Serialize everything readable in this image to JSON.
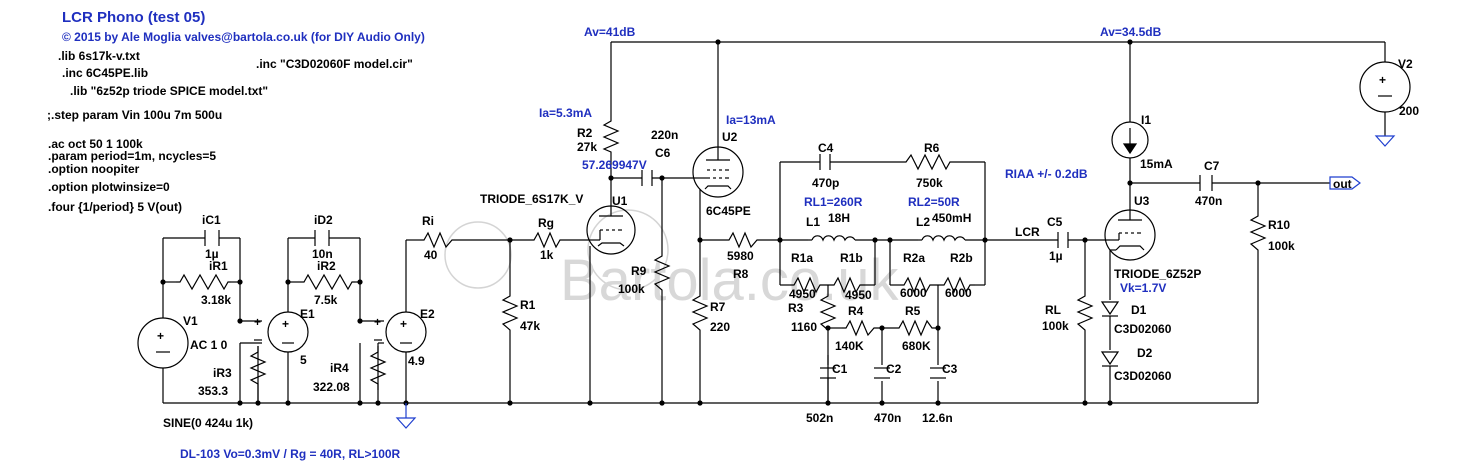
{
  "title": "LCR Phono (test 05)",
  "copyright": "© 2015 by Ale Moglia valves@bartola.co.uk (for DIY Audio Only)",
  "directives": {
    "lib1": ".lib 6s17k-v.txt",
    "inc1": ".inc 6C45PE.lib",
    "lib2": ".lib \"6z52p triode SPICE model.txt\"",
    "inc2": ".inc \"C3D02060F model.cir\"",
    "step": ";.step param Vin 100u 7m 500u",
    "ac": ".ac oct 50 1 100k",
    "param": ".param period=1m, ncycles=5",
    "opt1": ".option noopiter",
    "opt2": ".option plotwinsize=0",
    "four": ".four {1/period} 5 V(out)"
  },
  "annotations": {
    "av1": "Av=41dB",
    "av2": "Av=34.5dB",
    "ia1": "Ia=5.3mA",
    "ia2": "Ia=13mA",
    "node_v": "57.269947V",
    "rl1": "RL1=260R",
    "rl2": "RL2=50R",
    "riaa": "RIAA +/- 0.2dB",
    "vk": "Vk=1.7V",
    "bottom_note": "DL-103 Vo=0.3mV / Rg = 40R, RL>100R"
  },
  "components": {
    "iC1": "iC1",
    "iC1_val": "1µ",
    "iR1": "iR1",
    "iR1_val": "3.18k",
    "iD2": "iD2",
    "iD2_val": "10n",
    "iR2": "iR2",
    "iR2_val": "7.5k",
    "V1": "V1",
    "V1_val": "AC 1 0",
    "V1_sine": "SINE(0 424u 1k)",
    "E1": "E1",
    "E1_val": "5",
    "E2": "E2",
    "E2_val": "4.9",
    "iR3": "iR3",
    "iR3_val": "353.3",
    "iR4": "iR4",
    "iR4_val": "322.08",
    "Ri": "Ri",
    "Ri_val": "40",
    "Rg": "Rg",
    "Rg_val": "1k",
    "R1": "R1",
    "R1_val": "47k",
    "U1": "U1",
    "U1_model": "TRIODE_6S17K_V",
    "R2": "R2",
    "R2_val": "27k",
    "C6": "C6",
    "C6_val": "220n",
    "R9": "R9",
    "R9_val": "100k",
    "U2": "U2",
    "U2_model": "6C45PE",
    "R7": "R7",
    "R7_val": "220",
    "R8": "R8",
    "R8_val": "5980",
    "C4": "C4",
    "C4_val": "470p",
    "R6": "R6",
    "R6_val": "750k",
    "L1": "L1",
    "L1_val": "18H",
    "L2": "L2",
    "L2_val": "450mH",
    "R1a": "R1a",
    "R1a_val": "4950",
    "R1b": "R1b",
    "R1b_val": "4950",
    "R2a": "R2a",
    "R2a_val": "6000",
    "R2b": "R2b",
    "R2b_val": "6000",
    "R3": "R3",
    "R3_val": "1160",
    "R4": "R4",
    "R4_val": "140K",
    "R5": "R5",
    "R5_val": "680K",
    "C1": "C1",
    "C1_val": "502n",
    "C2": "C2",
    "C2_val": "470n",
    "C3": "C3",
    "C3_val": "12.6n",
    "LCR": "LCR",
    "C5": "C5",
    "C5_val": "1µ",
    "RL": "RL",
    "RL_val": "100k",
    "U3": "U3",
    "U3_model": "TRIODE_6Z52P",
    "D1": "D1",
    "D1_val": "C3D02060",
    "D2": "D2",
    "D2_val": "C3D02060",
    "I1": "I1",
    "I1_val": "15mA",
    "C7": "C7",
    "C7_val": "470n",
    "R10": "R10",
    "R10_val": "100k",
    "V2": "V2",
    "V2_val": "200",
    "out": "out"
  },
  "watermark": "Bartola.co.uk"
}
